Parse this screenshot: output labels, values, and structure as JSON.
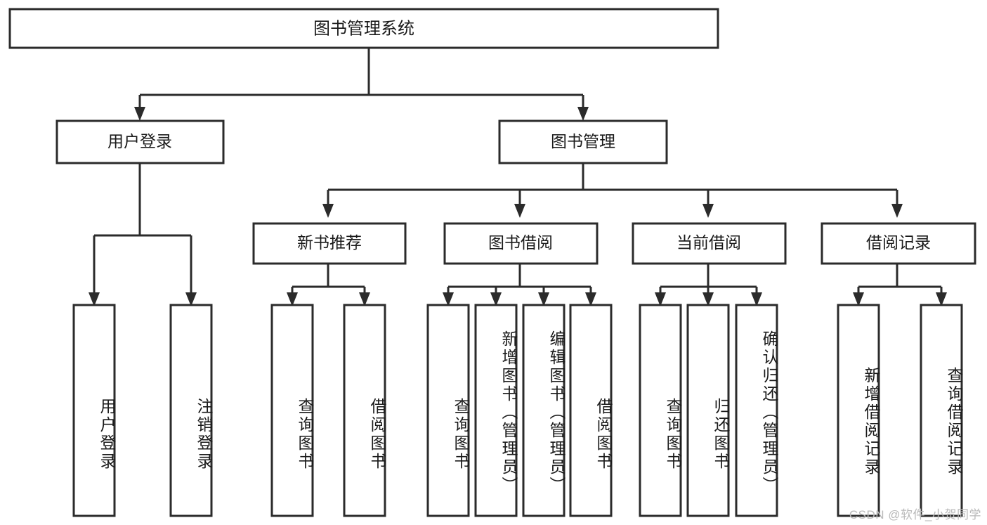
{
  "diagram": {
    "title": "图书管理系统",
    "type": "tree-hierarchy-diagram",
    "colors": {
      "stroke": "#2b2b2b",
      "fill": "#ffffff",
      "text": "#1a1a1a",
      "watermark": "#b9b9b9",
      "background": "#ffffff"
    },
    "root": {
      "label": "图书管理系统"
    },
    "level2": [
      {
        "label": "用户登录"
      },
      {
        "label": "图书管理"
      }
    ],
    "level3": [
      {
        "label": "新书推荐"
      },
      {
        "label": "图书借阅"
      },
      {
        "label": "当前借阅"
      },
      {
        "label": "借阅记录"
      }
    ],
    "leaves": {
      "user_login": [
        {
          "label": "用户登录"
        },
        {
          "label": "注销登录"
        }
      ],
      "new_book_recommend": [
        {
          "label": "查询图书"
        },
        {
          "label": "借阅图书"
        }
      ],
      "book_borrow": [
        {
          "label": "查询图书"
        },
        {
          "label": "新增图书（管理员）"
        },
        {
          "label": "编辑图书（管理员）"
        },
        {
          "label": "借阅图书"
        }
      ],
      "current_borrow": [
        {
          "label": "查询图书"
        },
        {
          "label": "归还图书"
        },
        {
          "label": "确认归还（管理员）"
        }
      ],
      "borrow_record": [
        {
          "label": "新增借阅记录"
        },
        {
          "label": "查询借阅记录"
        }
      ]
    }
  },
  "watermark": {
    "text": "CSDN @软件_小贺同学"
  }
}
